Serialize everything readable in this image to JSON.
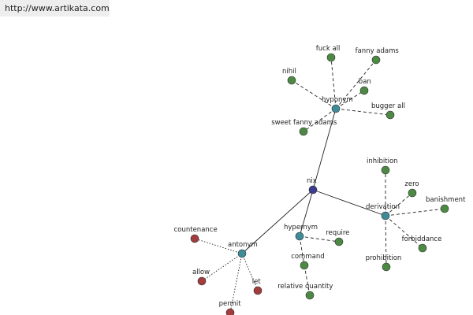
{
  "site": {
    "url": "http://www.artikata.com"
  },
  "colors": {
    "center": "#3c3c8e",
    "relation": "#3e8c98",
    "synonym": "#4c8a44",
    "antonym": "#a33c3c",
    "edge": "#222222"
  },
  "graph": {
    "nodes": [
      {
        "id": "nix",
        "label": "nix",
        "kind": "center"
      },
      {
        "id": "hyponym",
        "label": "hyponym",
        "kind": "relation"
      },
      {
        "id": "derivation",
        "label": "derivation",
        "kind": "relation"
      },
      {
        "id": "hypernym",
        "label": "hypernym",
        "kind": "relation"
      },
      {
        "id": "antonym",
        "label": "antonym",
        "kind": "relation"
      },
      {
        "id": "fuck-all",
        "label": "fuck all",
        "kind": "synonym"
      },
      {
        "id": "fanny-adams",
        "label": "fanny adams",
        "kind": "synonym"
      },
      {
        "id": "nihil",
        "label": "nihil",
        "kind": "synonym"
      },
      {
        "id": "ban",
        "label": "ban",
        "kind": "synonym"
      },
      {
        "id": "bugger-all",
        "label": "bugger all",
        "kind": "synonym"
      },
      {
        "id": "sweet-fanny-adams",
        "label": "sweet fanny adams",
        "kind": "synonym"
      },
      {
        "id": "inhibition",
        "label": "inhibition",
        "kind": "synonym"
      },
      {
        "id": "zero",
        "label": "zero",
        "kind": "synonym"
      },
      {
        "id": "banishment",
        "label": "banishment",
        "kind": "synonym"
      },
      {
        "id": "forbiddance",
        "label": "forbiddance",
        "kind": "synonym"
      },
      {
        "id": "prohibition",
        "label": "prohibition",
        "kind": "synonym"
      },
      {
        "id": "require",
        "label": "require",
        "kind": "synonym"
      },
      {
        "id": "command",
        "label": "command",
        "kind": "synonym"
      },
      {
        "id": "relative-quantity",
        "label": "relative quantity",
        "kind": "synonym"
      },
      {
        "id": "countenance",
        "label": "countenance",
        "kind": "antonym"
      },
      {
        "id": "allow",
        "label": "allow",
        "kind": "antonym"
      },
      {
        "id": "let",
        "label": "let",
        "kind": "antonym"
      },
      {
        "id": "permit",
        "label": "permit",
        "kind": "antonym"
      }
    ],
    "edges": [
      {
        "from": "nix",
        "to": "hyponym",
        "style": "solid"
      },
      {
        "from": "nix",
        "to": "derivation",
        "style": "solid"
      },
      {
        "from": "nix",
        "to": "hypernym",
        "style": "solid"
      },
      {
        "from": "nix",
        "to": "antonym",
        "style": "solid"
      },
      {
        "from": "hyponym",
        "to": "fuck-all",
        "style": "dashed"
      },
      {
        "from": "hyponym",
        "to": "fanny-adams",
        "style": "dashed"
      },
      {
        "from": "hyponym",
        "to": "nihil",
        "style": "dashed"
      },
      {
        "from": "hyponym",
        "to": "ban",
        "style": "dashed"
      },
      {
        "from": "hyponym",
        "to": "bugger-all",
        "style": "dashed"
      },
      {
        "from": "hyponym",
        "to": "sweet-fanny-adams",
        "style": "dashed"
      },
      {
        "from": "derivation",
        "to": "inhibition",
        "style": "dashed"
      },
      {
        "from": "derivation",
        "to": "zero",
        "style": "dashed"
      },
      {
        "from": "derivation",
        "to": "banishment",
        "style": "dashed"
      },
      {
        "from": "derivation",
        "to": "forbiddance",
        "style": "dashed"
      },
      {
        "from": "derivation",
        "to": "prohibition",
        "style": "dashed"
      },
      {
        "from": "hypernym",
        "to": "require",
        "style": "dashed"
      },
      {
        "from": "hypernym",
        "to": "command",
        "style": "dashed"
      },
      {
        "from": "command",
        "to": "relative-quantity",
        "style": "dashed"
      },
      {
        "from": "antonym",
        "to": "countenance",
        "style": "dotted"
      },
      {
        "from": "antonym",
        "to": "allow",
        "style": "dotted"
      },
      {
        "from": "antonym",
        "to": "let",
        "style": "dotted"
      },
      {
        "from": "antonym",
        "to": "permit",
        "style": "dotted"
      }
    ]
  }
}
